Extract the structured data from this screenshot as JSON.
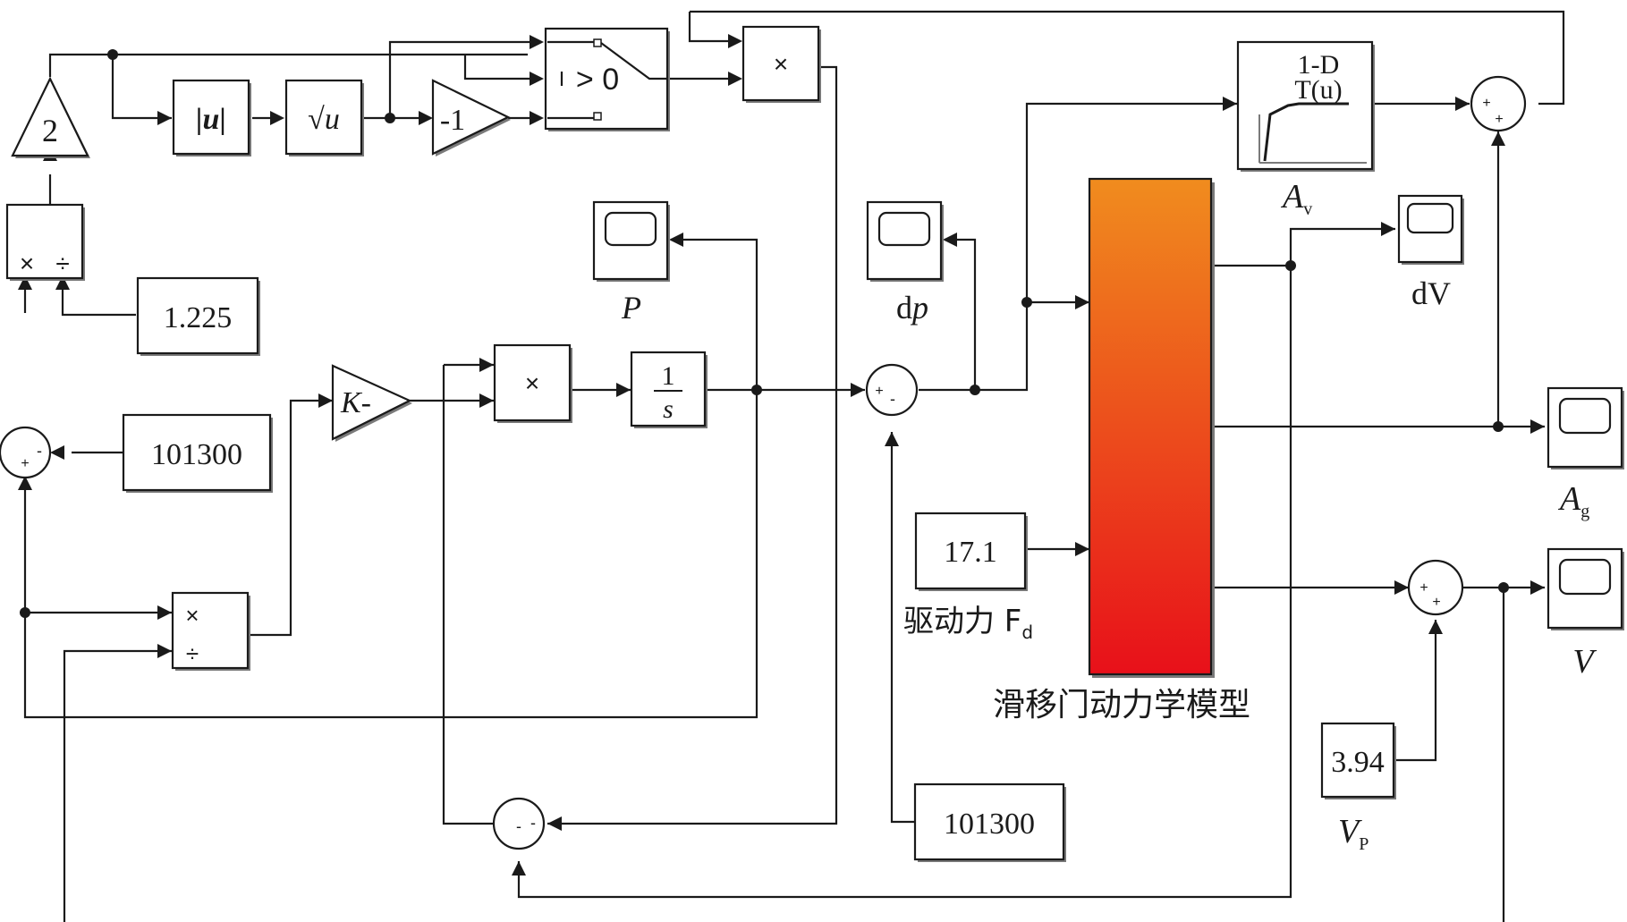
{
  "blocks": {
    "gain_2": "2",
    "abs": "|u|",
    "sqrt": "√u",
    "gain_neg1": "-1",
    "switch": "> 0",
    "mult_top": "×",
    "lookup_title1": "1-D",
    "lookup_title2": "T(u)",
    "lookup_label": "A",
    "lookup_label_sub": "v",
    "mult_div_left_mul": "×",
    "mult_div_left_div": "÷",
    "const_1225": "1.225",
    "scope_p_label": "P",
    "scope_dp_label_d": "d",
    "scope_dp_label_p": "p",
    "scope_dv_label": "dV",
    "scope_ag_label": "A",
    "scope_ag_label_sub": "g",
    "scope_v_label": "V",
    "const_101300_left": "101300",
    "gain_k": "K-",
    "mult_mid": "×",
    "integrator_num": "1",
    "integrator_den": "s",
    "mult_div_low_mul": "×",
    "mult_div_low_div": "÷",
    "const_171": "17.1",
    "const_171_label": "驱动力 F",
    "const_171_label_sub": "d",
    "subsystem_label": "滑移门动力学模型",
    "const_394": "3.94",
    "const_394_label": "V",
    "const_394_label_sub": "P",
    "const_101300_bottom": "101300"
  },
  "sum_signs": {
    "plus": "+",
    "minus": "-"
  },
  "colors": {
    "subsystem_top": "#f08c1e",
    "subsystem_bottom": "#e8101a"
  }
}
